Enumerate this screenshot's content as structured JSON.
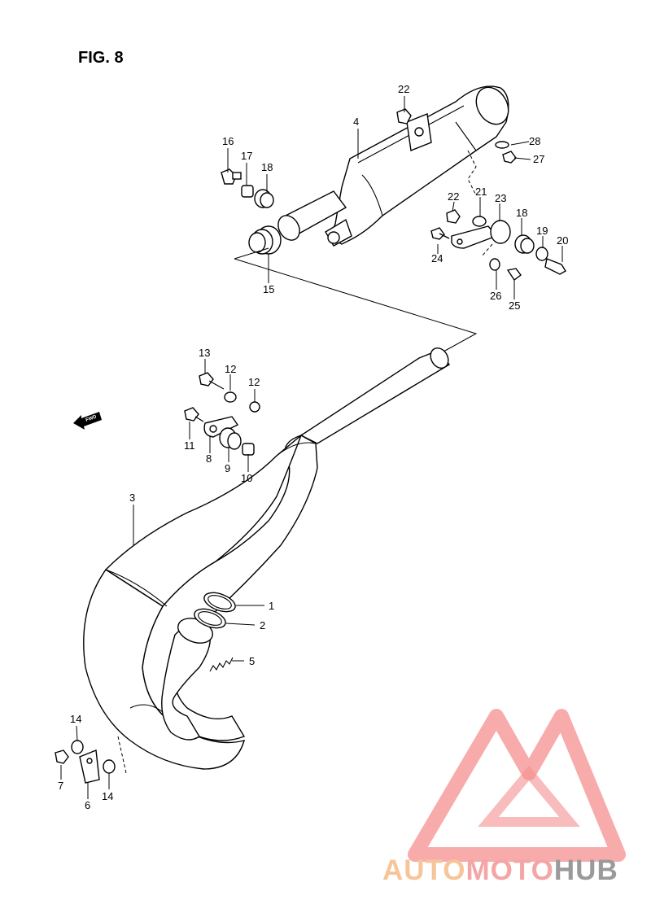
{
  "figure": {
    "title": "FIG. 8"
  },
  "fwd_label": "FWD",
  "watermark": {
    "part1": "AUTO",
    "part2": "MOTO",
    "part3": "HUB",
    "colors": {
      "part1": "#f7c59a",
      "part2": "#f4a5a5",
      "part3": "#9a9a9a",
      "logo": "#f58f8f"
    }
  },
  "callouts": [
    {
      "id": "c22a",
      "label": "22"
    },
    {
      "id": "c4",
      "label": "4"
    },
    {
      "id": "c16",
      "label": "16"
    },
    {
      "id": "c17",
      "label": "17"
    },
    {
      "id": "c18a",
      "label": "18"
    },
    {
      "id": "c28",
      "label": "28"
    },
    {
      "id": "c27",
      "label": "27"
    },
    {
      "id": "c22b",
      "label": "22"
    },
    {
      "id": "c21",
      "label": "21"
    },
    {
      "id": "c23",
      "label": "23"
    },
    {
      "id": "c18b",
      "label": "18"
    },
    {
      "id": "c19",
      "label": "19"
    },
    {
      "id": "c20",
      "label": "20"
    },
    {
      "id": "c24",
      "label": "24"
    },
    {
      "id": "c26",
      "label": "26"
    },
    {
      "id": "c25",
      "label": "25"
    },
    {
      "id": "c15",
      "label": "15"
    },
    {
      "id": "c13",
      "label": "13"
    },
    {
      "id": "c12a",
      "label": "12"
    },
    {
      "id": "c12b",
      "label": "12"
    },
    {
      "id": "c11",
      "label": "11"
    },
    {
      "id": "c8",
      "label": "8"
    },
    {
      "id": "c9",
      "label": "9"
    },
    {
      "id": "c10",
      "label": "10"
    },
    {
      "id": "c3",
      "label": "3"
    },
    {
      "id": "c1",
      "label": "1"
    },
    {
      "id": "c2",
      "label": "2"
    },
    {
      "id": "c5",
      "label": "5"
    },
    {
      "id": "c14a",
      "label": "14"
    },
    {
      "id": "c7",
      "label": "7"
    },
    {
      "id": "c6",
      "label": "6"
    },
    {
      "id": "c14b",
      "label": "14"
    }
  ]
}
